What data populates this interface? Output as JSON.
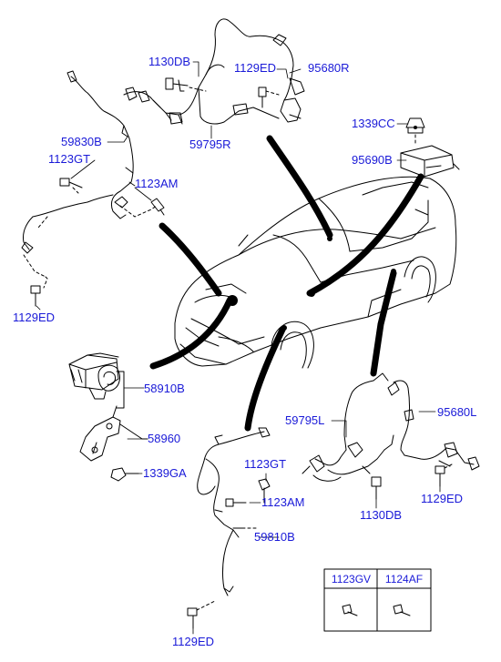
{
  "labels": {
    "l1130DB_top": "1130DB",
    "l1129ED_top": "1129ED",
    "l95680R": "95680R",
    "l59795R": "59795R",
    "l59830B": "59830B",
    "l1123GT_left": "1123GT",
    "l1123AM_left": "1123AM",
    "l1129ED_left": "1129ED",
    "l1339CC": "1339CC",
    "l95690B": "95690B",
    "l58910B": "58910B",
    "l58960": "58960",
    "l1339GA": "1339GA",
    "l59795L": "59795L",
    "l95680L": "95680L",
    "l1123GT_mid": "1123GT",
    "l1123AM_mid": "1123AM",
    "l1130DB_mid": "1130DB",
    "l1129ED_right": "1129ED",
    "l59810B": "59810B",
    "l1129ED_bottom": "1129ED"
  },
  "table": {
    "headers": [
      "1123GV",
      "1124AF"
    ]
  }
}
